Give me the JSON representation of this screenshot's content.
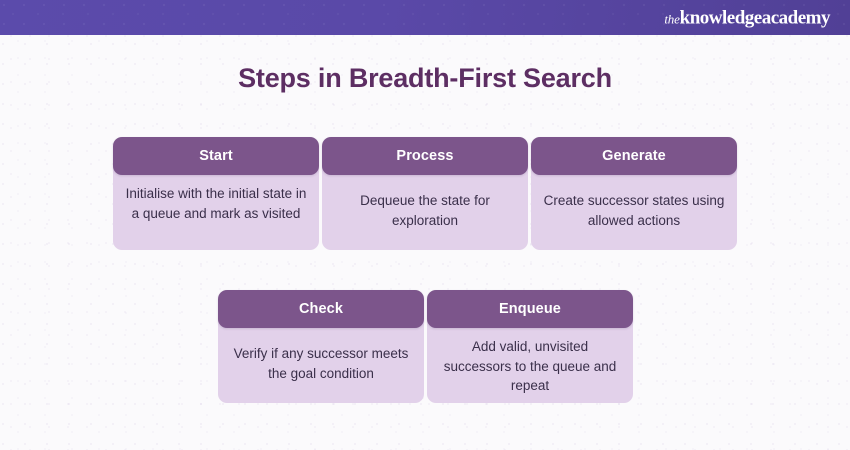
{
  "brand": {
    "logo_the": "the",
    "logo_knowledge": "knowledge",
    "logo_academy": "academy",
    "band_color": "#5b4bab"
  },
  "page": {
    "title": "Steps in Breadth-First Search",
    "title_color": "#5d2e63",
    "background_color": "#fbfafc"
  },
  "colors": {
    "card_header": "#7c558b",
    "card_body": "#e2d1ea",
    "card_header_text": "#ffffff",
    "card_body_text": "#3a2f4a"
  },
  "cards": [
    {
      "id": "start",
      "header": "Start",
      "body": "Initialise with the initial state in a queue and mark as visited"
    },
    {
      "id": "process",
      "header": "Process",
      "body": "Dequeue the state for exploration"
    },
    {
      "id": "generate",
      "header": "Generate",
      "body": "Create successor states using allowed actions"
    },
    {
      "id": "check",
      "header": "Check",
      "body": "Verify if any successor meets the goal condition"
    },
    {
      "id": "enqueue",
      "header": "Enqueue",
      "body": "Add valid, unvisited successors to the queue and repeat"
    }
  ]
}
